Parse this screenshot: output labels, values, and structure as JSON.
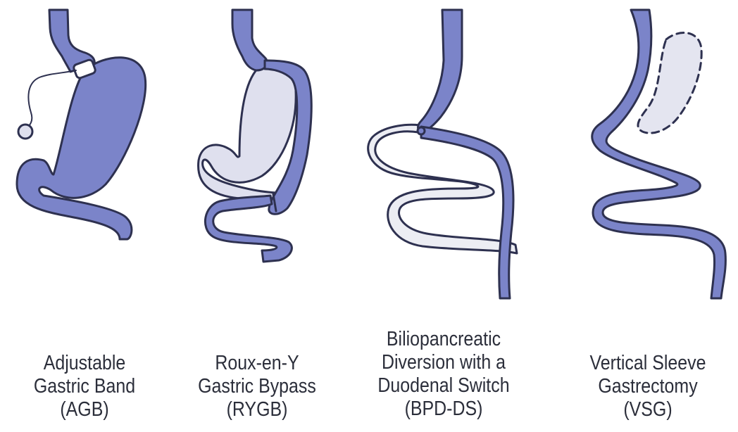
{
  "colors": {
    "tract": "#7B84C9",
    "outline": "#2E3150",
    "pouch": "#DFE0EE",
    "removed": "#E4E5F0",
    "bypassed": "#ECEDF3"
  },
  "procedures": [
    {
      "id": "agb",
      "caption_lines": [
        "Adjustable",
        "Gastric Band",
        "(AGB)"
      ]
    },
    {
      "id": "rygb",
      "caption_lines": [
        "Roux-en-Y",
        "Gastric Bypass",
        "(RYGB)"
      ]
    },
    {
      "id": "bpd",
      "caption_lines": [
        "Biliopancreatic",
        "Diversion with a",
        "Duodenal Switch",
        "(BPD-DS)"
      ]
    },
    {
      "id": "vsg",
      "caption_lines": [
        "Vertical Sleeve",
        "Gastrectomy",
        "(VSG)"
      ]
    }
  ]
}
